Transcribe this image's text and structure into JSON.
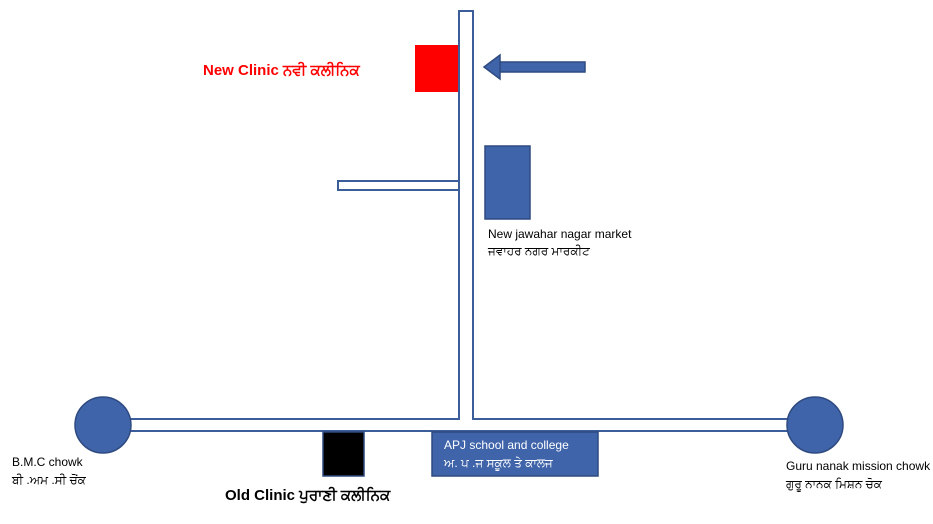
{
  "colors": {
    "road_fill": "#ffffff",
    "road_outline": "#3b5d9a",
    "building_blue": "#3f64aa",
    "new_clinic_red": "#ff0000",
    "old_clinic_black": "#000000",
    "roundabout_blue": "#3f64aa"
  },
  "landmarks": {
    "new_clinic": {
      "label": "New Clinic  ਨਵੀ ਕਲੀਨਿਕ",
      "icon": "red-square-marker"
    },
    "old_clinic": {
      "label": "Old Clinic  ਪੁਰਾਣੀ  ਕਲੀਨਿਕ",
      "icon": "black-square-marker"
    },
    "market": {
      "label_en": "New jawahar nagar market",
      "label_pa": "ਜਵਾਹਰ ਨਗਰ ਮਾਰਕੀਟ"
    },
    "school": {
      "label_en": "APJ school and college",
      "label_pa": "ਅ. ਪ .ਜ ਸਕੂਲ ਤੇ ਕਾਲਜ"
    },
    "bmc_chowk": {
      "label_en": "B.M.C chowk",
      "label_pa": "ਬੀ .ਅਮ .ਸੀ  ਚੋਂਕ"
    },
    "guru_nanak_chowk": {
      "label_en": "Guru nanak mission chowk",
      "label_pa": "ਗੁਰੂ ਨਾਨਕ ਮਿਸ਼ਨ ਚੋਕ"
    }
  },
  "pointer": {
    "icon": "arrow-left-icon"
  }
}
